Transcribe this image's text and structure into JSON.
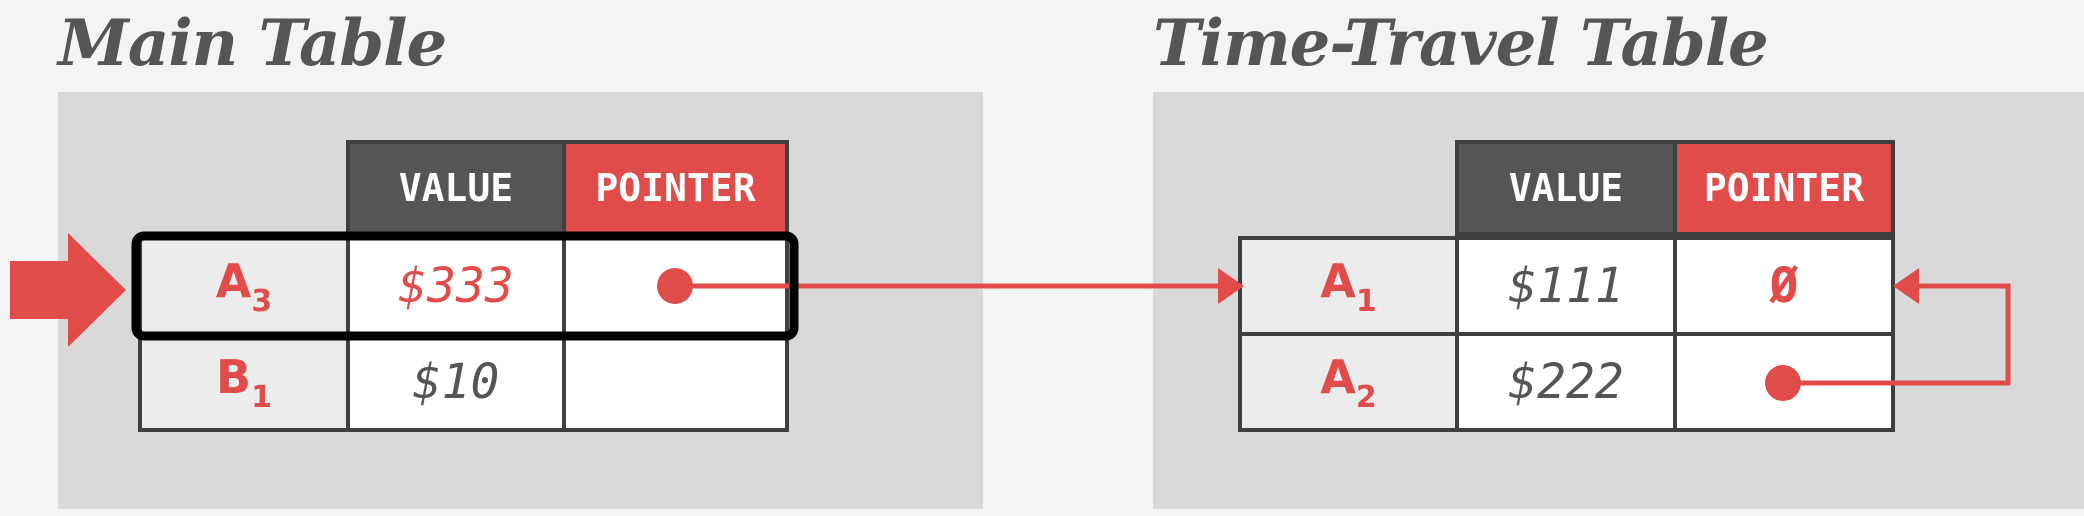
{
  "main_table": {
    "title": "Main Table",
    "headers": {
      "value": "VALUE",
      "pointer": "POINTER"
    },
    "rows": [
      {
        "key": "A",
        "version": "3",
        "value": "$333",
        "pointer": ""
      },
      {
        "key": "B",
        "version": "1",
        "value": "$10",
        "pointer": ""
      }
    ]
  },
  "time_travel_table": {
    "title": "Time-Travel Table",
    "headers": {
      "value": "VALUE",
      "pointer": "POINTER"
    },
    "rows": [
      {
        "key": "A",
        "version": "1",
        "value": "$111",
        "pointer": "Ø"
      },
      {
        "key": "A",
        "version": "2",
        "value": "$222",
        "pointer": ""
      }
    ]
  },
  "colors": {
    "accent": "#e04c4a",
    "header_dark": "#555555",
    "panel": "#d9d9d9",
    "border": "#3f3f3f"
  }
}
